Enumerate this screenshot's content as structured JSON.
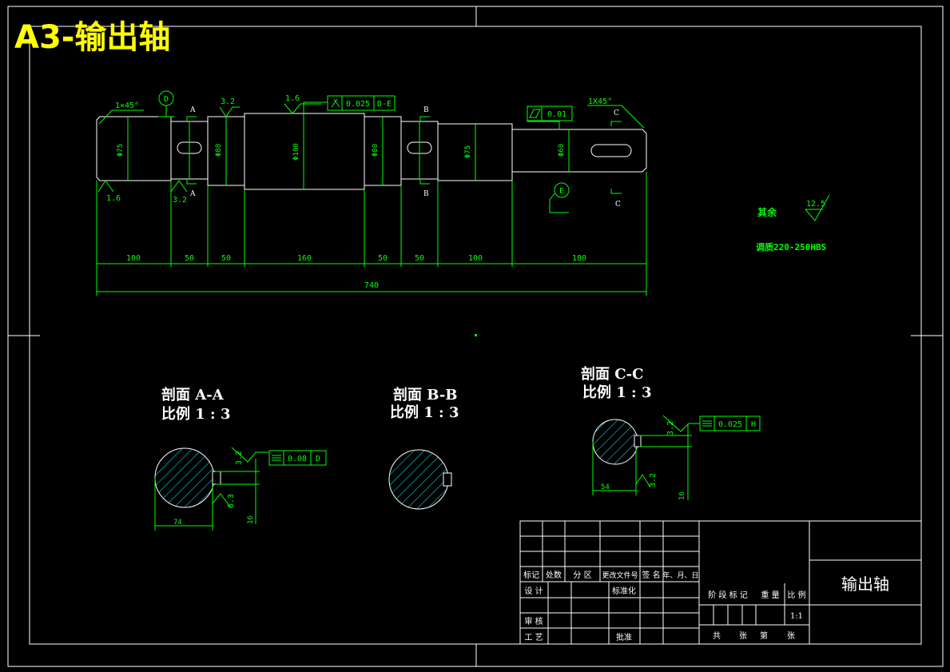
{
  "sheet_title": "A3-输出轴",
  "colors": {
    "background": "#000000",
    "outline": "#ffffff",
    "dimension": "#00ff00",
    "hatch": "#00ffff",
    "title": "#ffff00"
  },
  "shaft": {
    "chamfer_left": "1×45°",
    "chamfer_right": "1X45°",
    "datum_d": "D",
    "datum_e": "E",
    "roughness_32a": "3.2",
    "roughness_16a": "1.6",
    "roughness_16b": "1.6",
    "roughness_32b": "3.2",
    "roughness_other": "12.5",
    "tol1_value": "0.025",
    "tol1_datum": "D-E",
    "tol2_value": "0.01",
    "diam_1": "Φ75",
    "diam_2": "Φ80",
    "diam_3": "Φ100",
    "diam_4": "Φ80",
    "diam_5": "Φ75",
    "diam_6": "Φ60",
    "lengths": [
      "100",
      "50",
      "50",
      "160",
      "50",
      "50",
      "100",
      "180"
    ],
    "total_length": "740",
    "section_a": "A",
    "section_b": "B",
    "section_c": "C",
    "note_other": "其余",
    "note_heat": "调质220-250HBS"
  },
  "sections": {
    "aa_title": "剖面 A-A",
    "aa_scale": "比例 1 : 3",
    "bb_title": "剖面 B-B",
    "bb_scale": "比例 1 : 3",
    "cc_title": "剖面 C-C",
    "cc_scale": "比例 1 : 3",
    "aa_rough1": "3.2",
    "aa_rough2": "6.3",
    "aa_tol_value": "0.08",
    "aa_tol_datum": "D",
    "aa_width": "74",
    "aa_depth": "16",
    "cc_rough1": "3.2",
    "cc_rough2": "3.2",
    "cc_tol_value": "0.025",
    "cc_tol_datum": "H",
    "cc_width": "54",
    "cc_depth": "16"
  },
  "title_block": {
    "h_mark": "标记",
    "h_count": "处数",
    "h_zone": "分 区",
    "h_doc": "更改文件号",
    "h_sign": "签 名",
    "h_date": "年、月、日",
    "design": "设 计",
    "standard": "标准化",
    "check": "审 核",
    "process": "工 艺",
    "approve": "批准",
    "stage": "阶 段 标 记",
    "weight": "重 量",
    "scale_label": "比 例",
    "scale_value": "1:1",
    "total": "共",
    "sheet": "张",
    "page": "第",
    "page_end": "张",
    "part_name": "输出轴"
  }
}
